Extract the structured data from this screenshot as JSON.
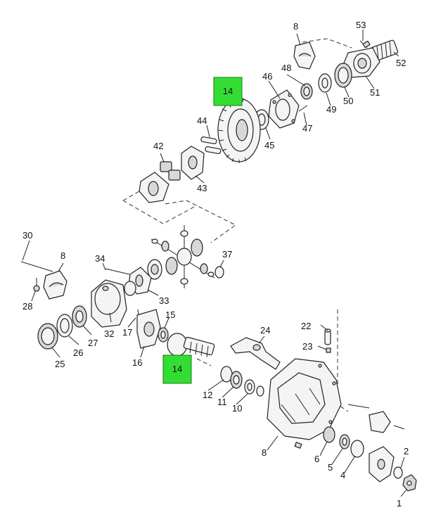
{
  "highlight": {
    "label": "14",
    "color": "#33dd33"
  },
  "labels": {
    "l1": "1",
    "l2": "2",
    "l4": "4",
    "l5": "5",
    "l6": "6",
    "l8a": "8",
    "l8b": "8",
    "l8c": "8",
    "l10": "10",
    "l11": "11",
    "l12": "12",
    "l15": "15",
    "l16": "16",
    "l17": "17",
    "l22": "22",
    "l23": "23",
    "l24": "24",
    "l25": "25",
    "l26": "26",
    "l27": "27",
    "l28": "28",
    "l30": "30",
    "l32": "32",
    "l33": "33",
    "l34": "34",
    "l37": "37",
    "l42": "42",
    "l43": "43",
    "l44": "44",
    "l45": "45",
    "l46": "46",
    "l47": "47",
    "l48": "48",
    "l49": "49",
    "l50": "50",
    "l51": "51",
    "l52": "52",
    "l53": "53"
  }
}
